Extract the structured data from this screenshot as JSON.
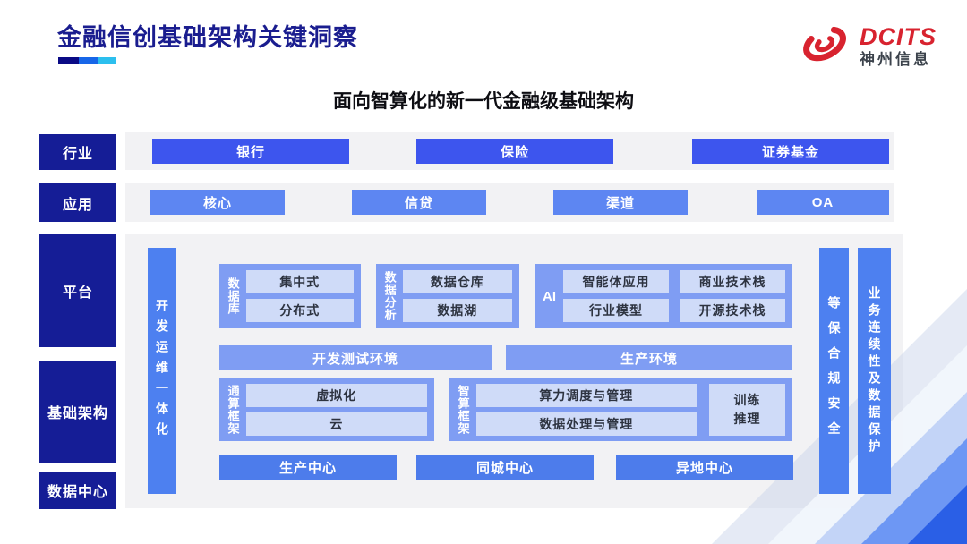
{
  "title": "金融信创基础架构关键洞察",
  "logo": {
    "brand": "DCITS",
    "company": "神州信息"
  },
  "subtitle": "面向智算化的新一代金融级基础架构",
  "sidebar": {
    "industry": "行业",
    "application": "应用",
    "platform": "平台",
    "infrastructure": "基础架构",
    "datacenter": "数据中心"
  },
  "industry_row": {
    "items": [
      "银行",
      "保险",
      "证券基金"
    ]
  },
  "application_row": {
    "items": [
      "核心",
      "信贷",
      "渠道",
      "OA"
    ]
  },
  "platform": {
    "devops_bar": "开发运维一体化",
    "security_bar": "等保合规安全",
    "continuity_bar": "业务连续性及数据保护",
    "database": {
      "label": "数据库",
      "items": [
        "集中式",
        "分布式"
      ]
    },
    "analytics": {
      "label": "数据分析",
      "items": [
        "数据仓库",
        "数据湖"
      ]
    },
    "ai": {
      "label": "AI",
      "items": [
        "智能体应用",
        "商业技术栈",
        "行业模型",
        "开源技术栈"
      ]
    },
    "environments": [
      "开发测试环境",
      "生产环境"
    ],
    "general_framework": {
      "label": "通算框架",
      "items": [
        "虚拟化",
        "云"
      ]
    },
    "intelligent_framework": {
      "label": "智算框架",
      "items": [
        "算力调度与管理",
        "数据处理与管理"
      ],
      "side": "训练\n推理"
    },
    "centers": [
      "生产中心",
      "同城中心",
      "异地中心"
    ]
  },
  "colors": {
    "title_navy": "#1a1d8f",
    "rail_navy": "#151d96",
    "industry_blue": "#3d55ee",
    "application_blue": "#5d86f2",
    "bar_blue": "#4d80f0",
    "container_blue": "#7f9df3",
    "inner_blue": "#cfdbf8",
    "center_blue": "#4d7ceb",
    "panel_gray": "#f2f2f4",
    "logo_red": "#d8232f"
  }
}
